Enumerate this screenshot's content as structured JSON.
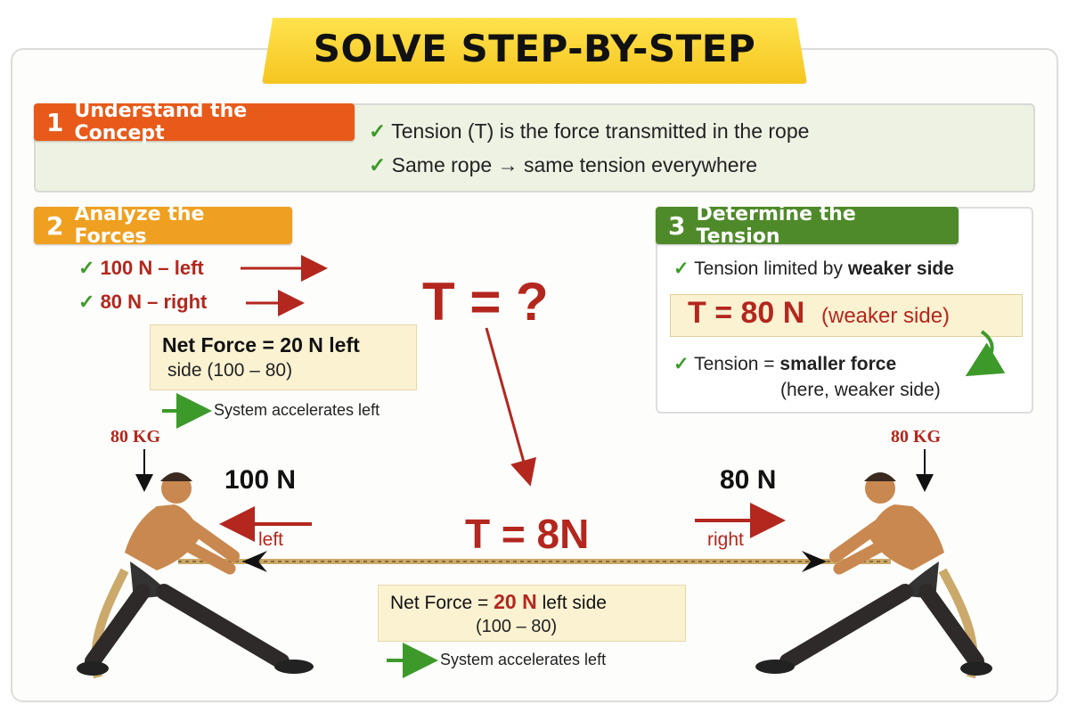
{
  "title": "SOLVE STEP-BY-STEP",
  "step1": {
    "number": "1",
    "label": "Understand the Concept",
    "points": [
      "Tension (T) is the force transmitted in the rope",
      "Same rope → same tension everywhere"
    ]
  },
  "step2": {
    "number": "2",
    "label": "Analyze the Forces",
    "forces": [
      "100 N – left",
      "80 N – right"
    ],
    "net_force": "Net Force = 20 N left",
    "net_force_calc": "side (100 – 80)",
    "acceleration": "System accelerates left",
    "unknown": "T = ?"
  },
  "step3": {
    "number": "3",
    "label": "Determine the Tension",
    "point1_prefix": "Tension limited by ",
    "point1_bold": "weaker side",
    "result": "T = 80 N",
    "result_note": "(weaker side)",
    "point2_prefix": "Tension = ",
    "point2_bold": "smaller force",
    "point2_note": "(here, weaker side)"
  },
  "scene": {
    "left_mass": "80 KG",
    "right_mass": "80 KG",
    "left_force": "100 N",
    "right_force": "80 N",
    "left_dir": "left",
    "right_dir": "right",
    "rope_tension": "T = 8N",
    "net_force_prefix": "Net Force = ",
    "net_force_value": "20 N",
    "net_force_suffix": " left side",
    "net_force_calc": "(100 – 80)",
    "acceleration": "System accelerates left"
  },
  "colors": {
    "step1": "#e85a1a",
    "step2": "#efa020",
    "step3": "#4f8a2a",
    "force_red": "#b3271e",
    "check_green": "#3d9a2a",
    "title_yellow": "#f5c520"
  }
}
